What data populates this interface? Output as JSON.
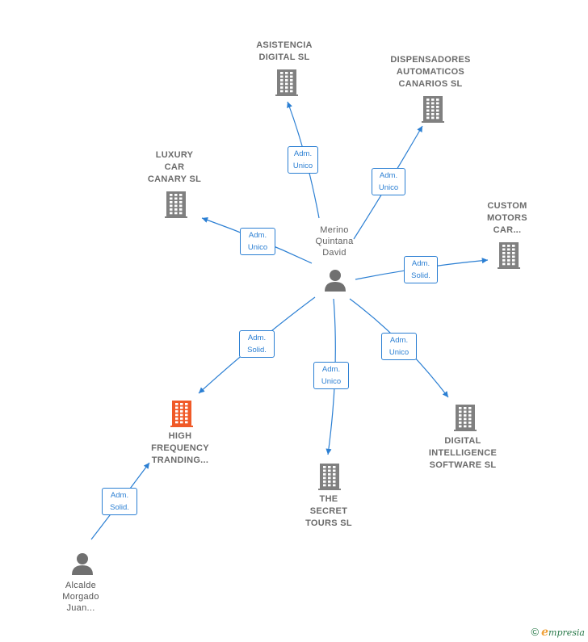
{
  "center": {
    "label": "Merino\nQuintana\nDavid"
  },
  "companies": [
    {
      "id": "asistencia",
      "label": "ASISTENCIA\nDIGITAL  SL"
    },
    {
      "id": "dispensadores",
      "label": "DISPENSADORES\nAUTOMATICOS\nCANARIOS  SL"
    },
    {
      "id": "luxury",
      "label": "LUXURY\nCAR\nCANARY  SL"
    },
    {
      "id": "custom",
      "label": "CUSTOM\nMOTORS\nCAR..."
    },
    {
      "id": "hft",
      "label": "HIGH\nFREQUENCY\nTRANDING..."
    },
    {
      "id": "secret",
      "label": "THE\nSECRET\nTOURS  SL"
    },
    {
      "id": "digital",
      "label": "DIGITAL\nINTELLIGENCE\nSOFTWARE  SL"
    }
  ],
  "people": [
    {
      "id": "alcalde",
      "label": "Alcalde\nMorgado\nJuan..."
    }
  ],
  "edges": [
    {
      "id": "e-asistencia",
      "label": "Adm.\nUnico"
    },
    {
      "id": "e-dispensadores",
      "label": "Adm.\nUnico"
    },
    {
      "id": "e-luxury",
      "label": "Adm.\nUnico"
    },
    {
      "id": "e-custom",
      "label": "Adm.\nSolid."
    },
    {
      "id": "e-hft",
      "label": "Adm.\nSolid."
    },
    {
      "id": "e-secret",
      "label": "Adm.\nUnico"
    },
    {
      "id": "e-digital",
      "label": "Adm.\nUnico"
    },
    {
      "id": "e-alcalde",
      "label": "Adm.\nSolid."
    }
  ],
  "colors": {
    "edge": "#2b7fd3",
    "building": "#808080",
    "building_highlight": "#f05a28",
    "person": "#707070"
  },
  "footer": {
    "copyright": "©",
    "brand_initial": "e",
    "brand_rest": "mpresia"
  }
}
